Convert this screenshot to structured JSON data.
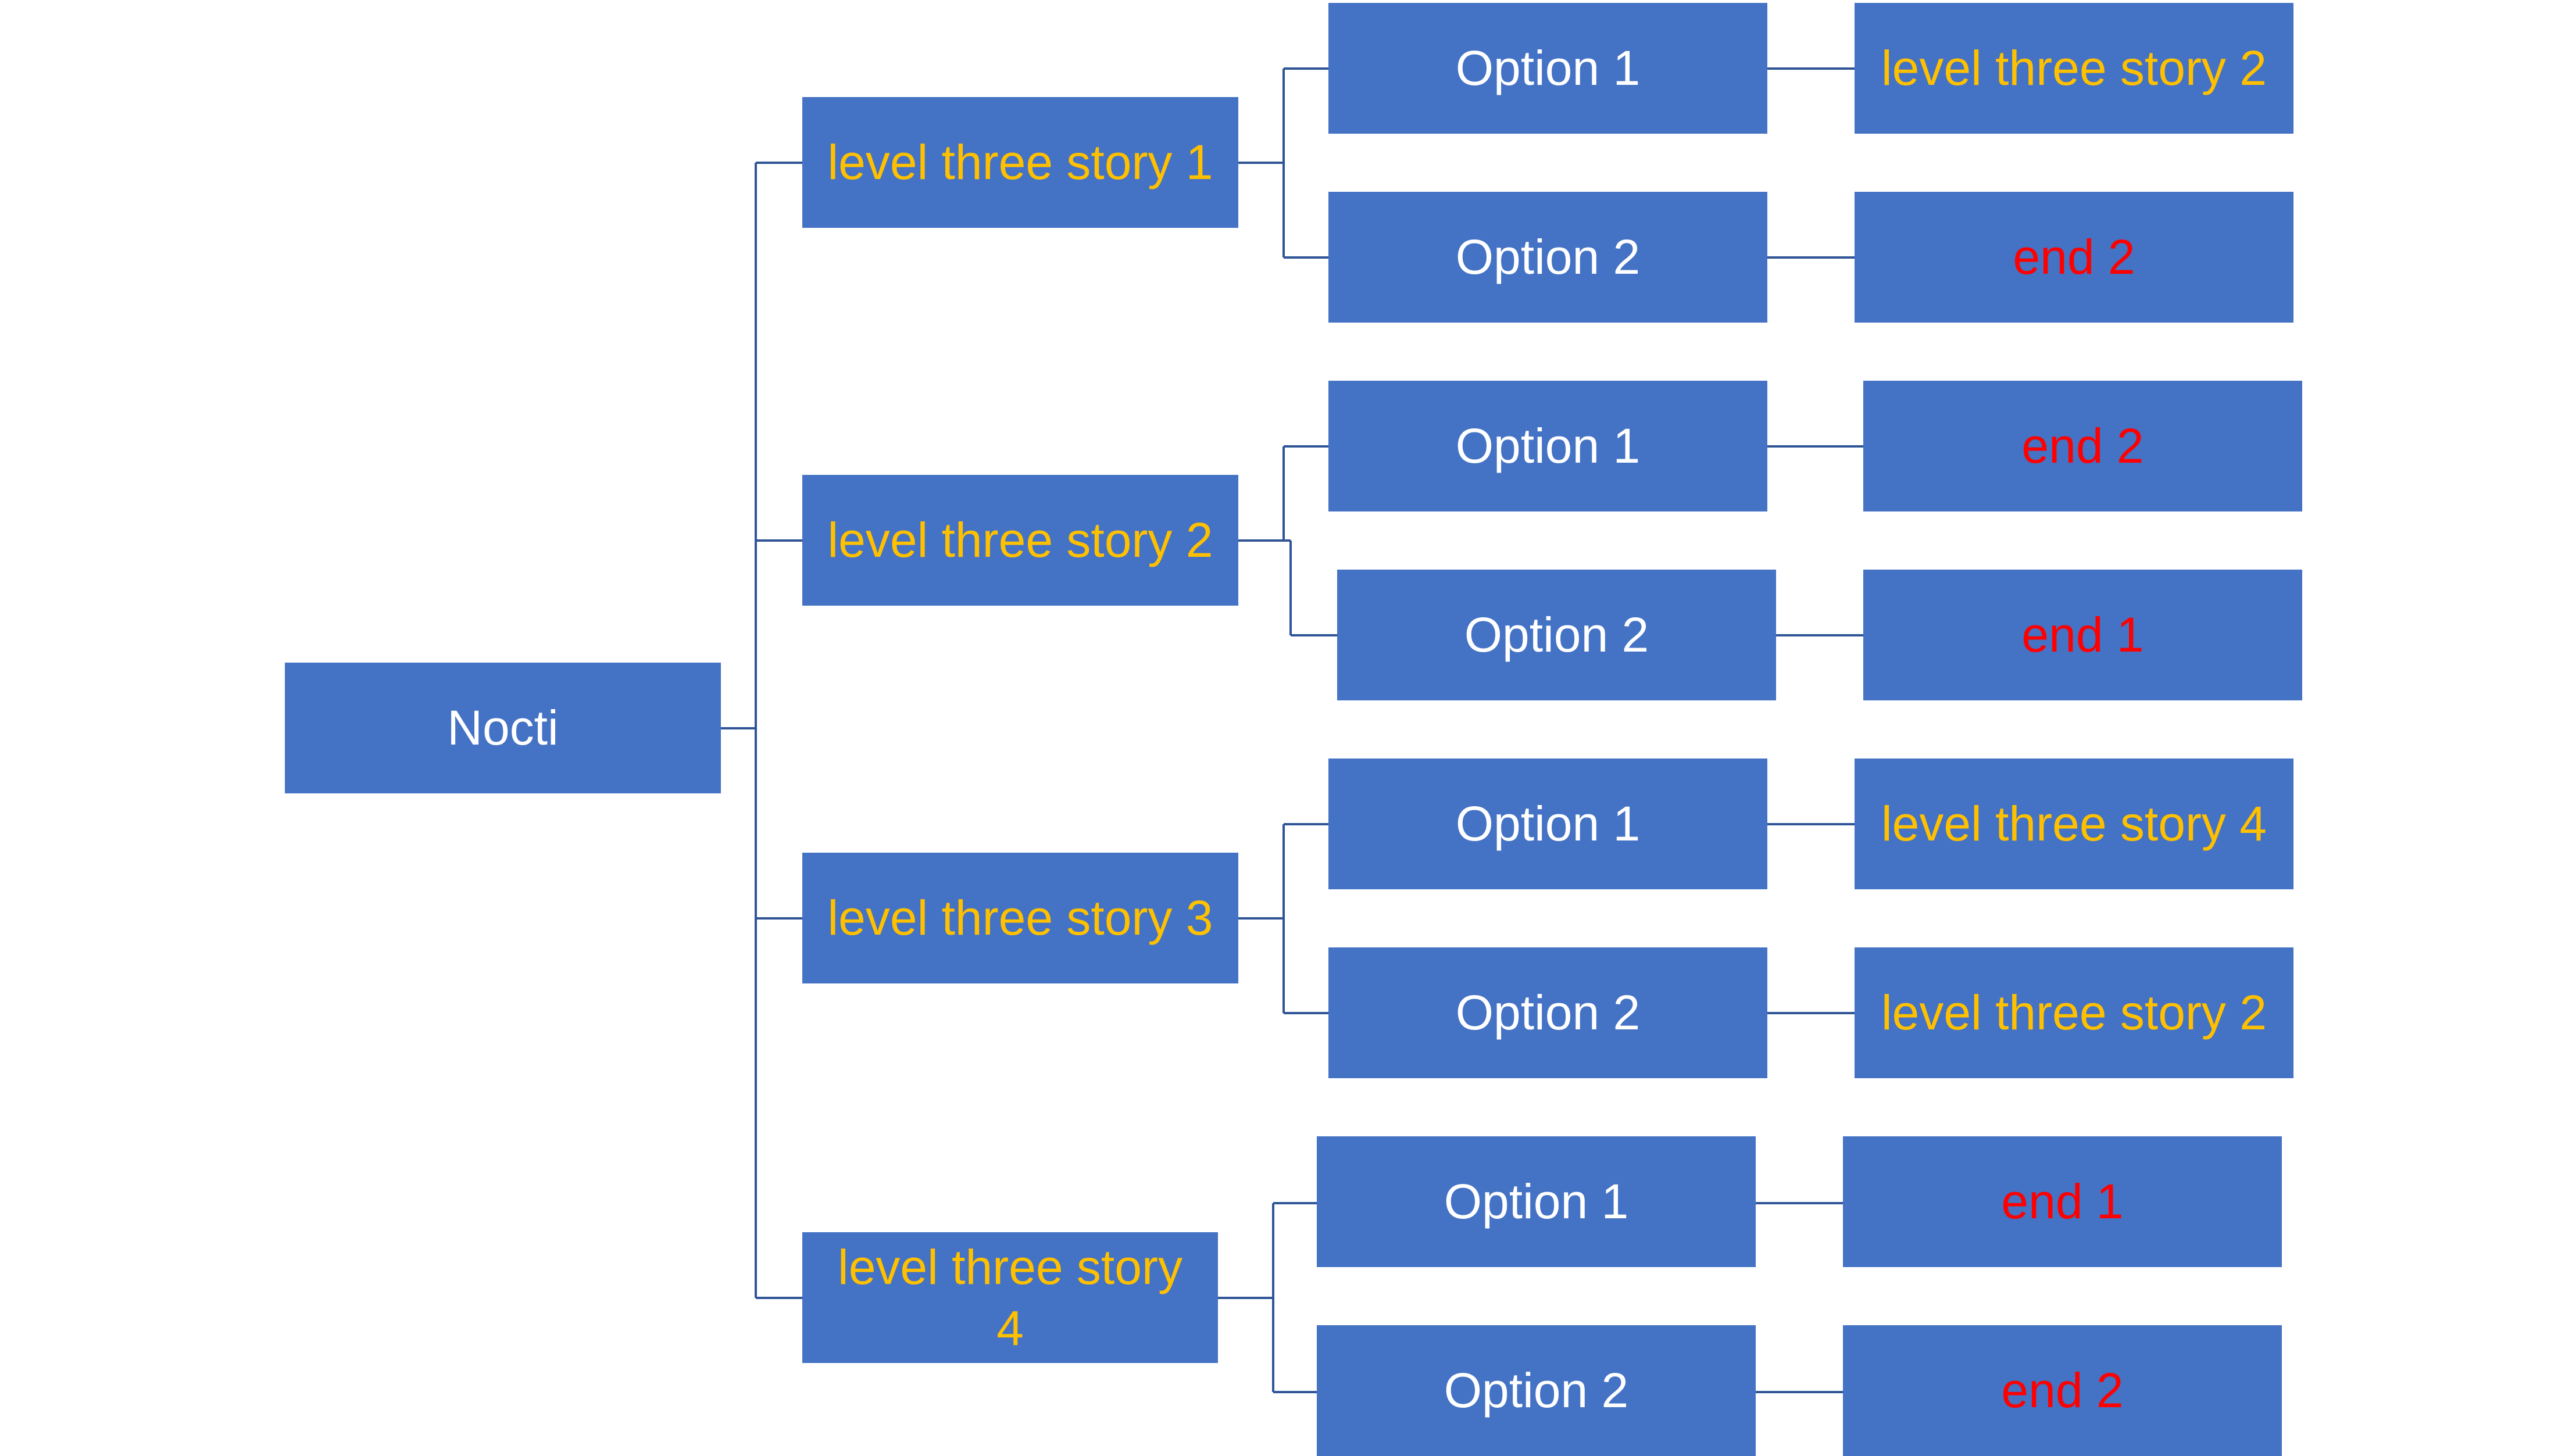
{
  "diagram": {
    "colors": {
      "box": "#4472C4",
      "connector": "#2F5597",
      "text_white": "#ffffff",
      "text_story": "#FFC000",
      "text_end": "#FF0000"
    },
    "root": {
      "label": "Nocti"
    },
    "stories": [
      {
        "label": "level three story 1",
        "options": [
          {
            "label": "Option 1",
            "outcome": "level three story 2",
            "outcome_type": "story"
          },
          {
            "label": "Option 2",
            "outcome": "end 2",
            "outcome_type": "end"
          }
        ]
      },
      {
        "label": "level three story 2",
        "options": [
          {
            "label": "Option 1",
            "outcome": "end 2",
            "outcome_type": "end"
          },
          {
            "label": "Option 2",
            "outcome": "end 1",
            "outcome_type": "end"
          }
        ]
      },
      {
        "label": "level three story 3",
        "options": [
          {
            "label": "Option 1",
            "outcome": "level three story 4",
            "outcome_type": "story"
          },
          {
            "label": "Option 2",
            "outcome": "level three story 2",
            "outcome_type": "story"
          }
        ]
      },
      {
        "label": "level three story 4",
        "options": [
          {
            "label": "Option 1",
            "outcome": "end 1",
            "outcome_type": "end"
          },
          {
            "label": "Option 2",
            "outcome": "end 2",
            "outcome_type": "end"
          }
        ]
      }
    ]
  }
}
